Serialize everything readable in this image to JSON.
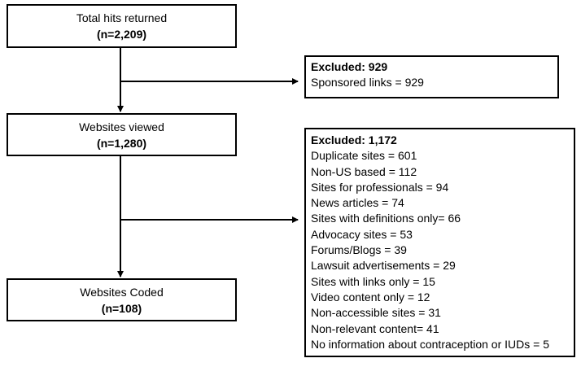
{
  "stages": [
    {
      "label": "Total hits returned",
      "count": "(n=2,209)"
    },
    {
      "label": "Websites viewed",
      "count": "(n=1,280)"
    },
    {
      "label": "Websites Coded",
      "count": "(n=108)"
    }
  ],
  "exclusions": [
    {
      "heading": "Excluded: 929",
      "items": [
        "Sponsored links = 929"
      ]
    },
    {
      "heading": "Excluded: 1,172",
      "items": [
        "Duplicate sites = 601",
        "Non-US based = 112",
        "Sites for professionals = 94",
        "News articles = 74",
        "Sites with definitions only= 66",
        "Advocacy sites = 53",
        "Forums/Blogs = 39",
        "Lawsuit advertisements = 29",
        "Sites with links only = 15",
        "Video content only = 12",
        "Non-accessible sites = 31",
        "Non-relevant content= 41",
        "No information about contraception or IUDs = 5"
      ]
    }
  ]
}
